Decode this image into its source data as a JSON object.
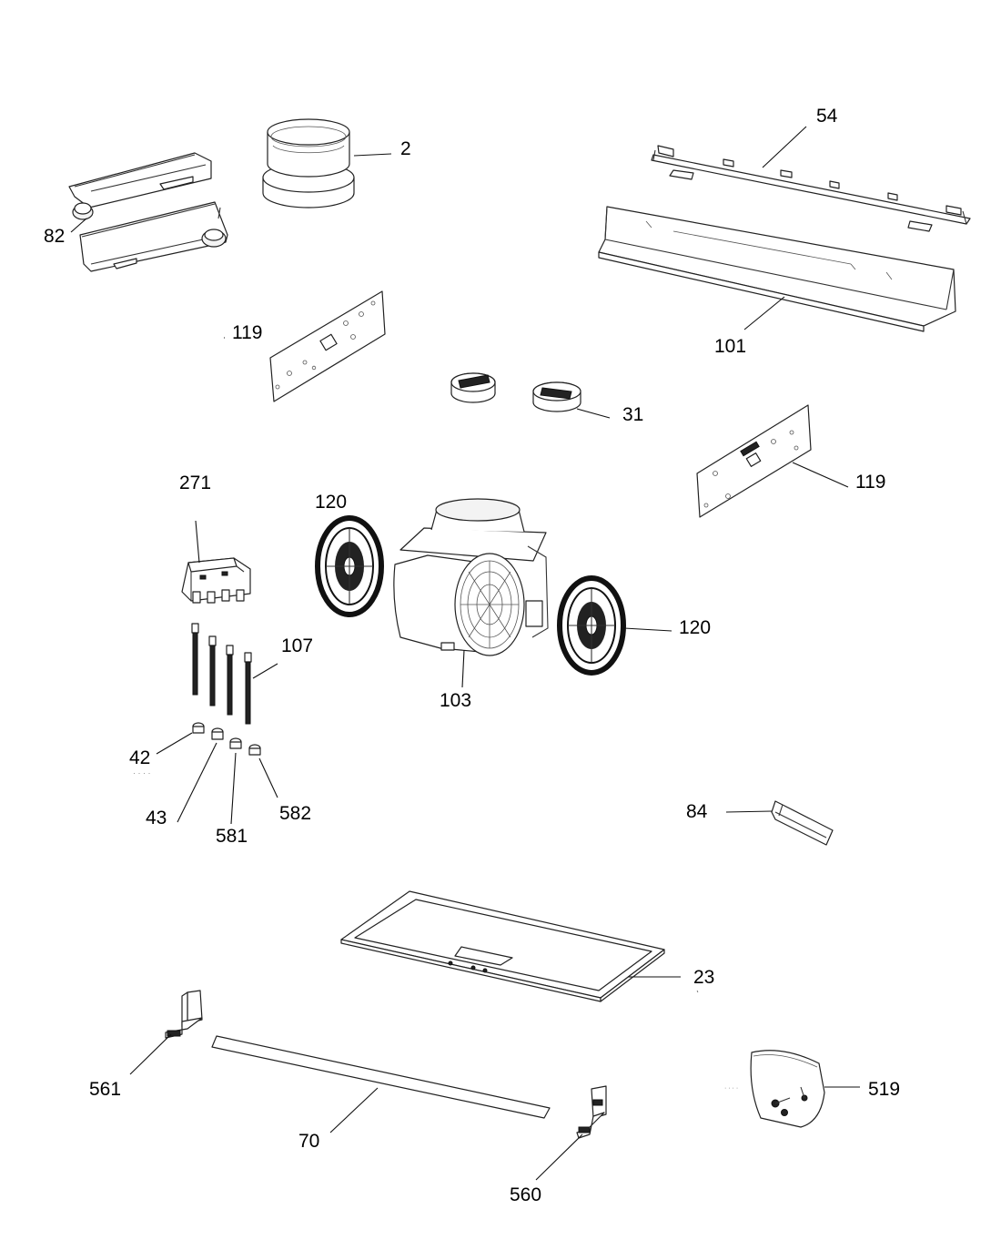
{
  "diagram": {
    "part_labels": [
      "2",
      "54",
      "82",
      "101",
      "119",
      "31",
      "119",
      "271",
      "120",
      "120",
      "107",
      "103",
      "42",
      "43",
      "581",
      "582",
      "84",
      "23",
      "561",
      "70",
      "560",
      "519"
    ]
  }
}
